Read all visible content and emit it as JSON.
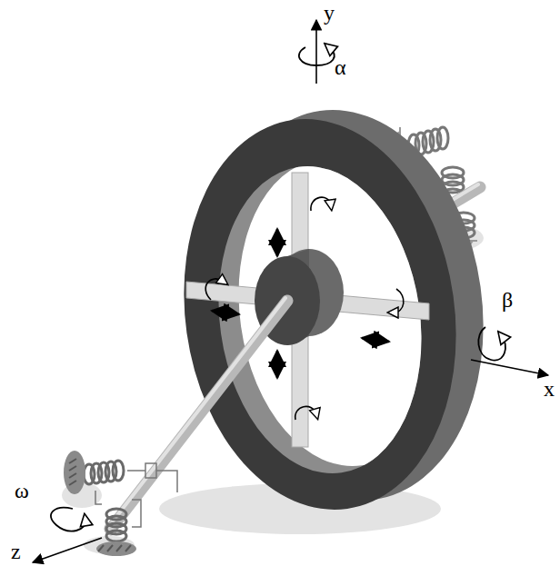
{
  "diagram": {
    "labels": [
      "y",
      "α",
      "β",
      "x",
      "ω",
      "z"
    ]
  }
}
